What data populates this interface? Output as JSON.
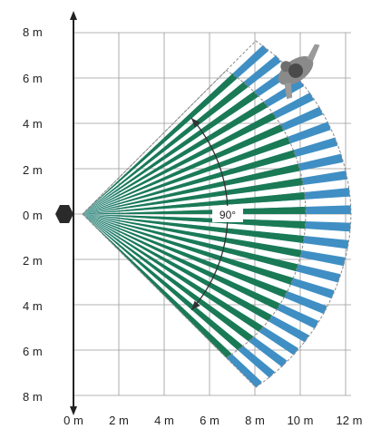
{
  "y_axis_labels": [
    "8 m",
    "6 m",
    "4 m",
    "2 m",
    "0 m",
    "2 m",
    "4 m",
    "6 m",
    "8 m"
  ],
  "x_axis_labels": [
    "0 m",
    "2 m",
    "4 m",
    "6 m",
    "8 m",
    "10 m",
    "12 m"
  ],
  "angle_label": "90°",
  "units": "m",
  "colors": {
    "grid": "#9a9a9a",
    "axis": "#222222",
    "detection_green": "#1a7a55",
    "warning_blue": "#3f8fc4",
    "sensor": "#2a2a2a",
    "person": "#7a7a7a",
    "outline_dashed": "#8a8a8a"
  },
  "icons": [
    "sensor-icon",
    "person-icon"
  ]
}
